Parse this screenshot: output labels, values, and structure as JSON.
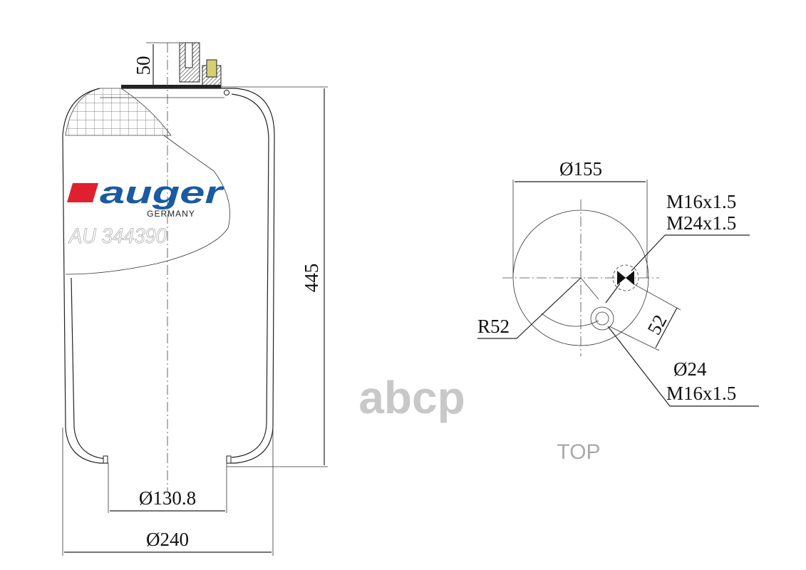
{
  "drawing": {
    "side_view": {
      "height_dim": "445",
      "top_stud_dim": "50",
      "bottom_diameter_dim": "Ø130.8",
      "outer_diameter_dim": "Ø240"
    },
    "top_view": {
      "plate_diameter_dim": "Ø155",
      "thread_1": "M16x1.5",
      "thread_2": "M24x1.5",
      "radius_dim": "R52",
      "offset_dim": "52",
      "air_inlet_diameter": "Ø24",
      "air_inlet_thread": "M16x1.5",
      "view_label": "TOP"
    },
    "logo": {
      "brand": "auger",
      "country": "GERMANY",
      "part_number": "AU 344390",
      "brand_color": "#1a5aa0",
      "accent_color": "#e0202e"
    },
    "watermark": "abcp"
  }
}
